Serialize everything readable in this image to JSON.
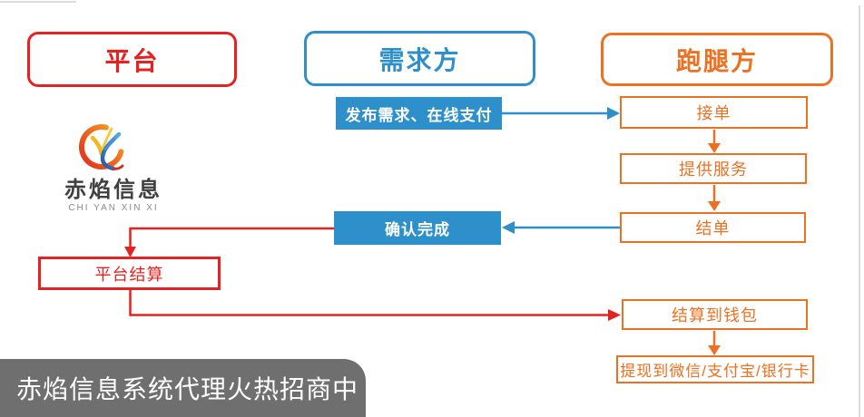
{
  "colors": {
    "red": "#E22321",
    "blue": "#2E8FC9",
    "blue_fill": "#2E90CA",
    "orange": "#ED7122",
    "banner_gray": "#6F6F6F"
  },
  "headers": {
    "platform": "平台",
    "demand": "需求方",
    "runner": "跑腿方"
  },
  "nodes": {
    "publish": "发布需求、在线支付",
    "accept": "接单",
    "serve": "提供服务",
    "finish": "结单",
    "confirm": "确认完成",
    "platform_settle": "平台结算",
    "wallet": "结算到钱包",
    "withdraw": "提现到微信/支付宝/银行卡"
  },
  "logo": {
    "title": "赤焰信息",
    "subtitle": "CHI YAN XIN XI"
  },
  "banner": {
    "text": "赤焰信息系统代理火热招商中"
  }
}
